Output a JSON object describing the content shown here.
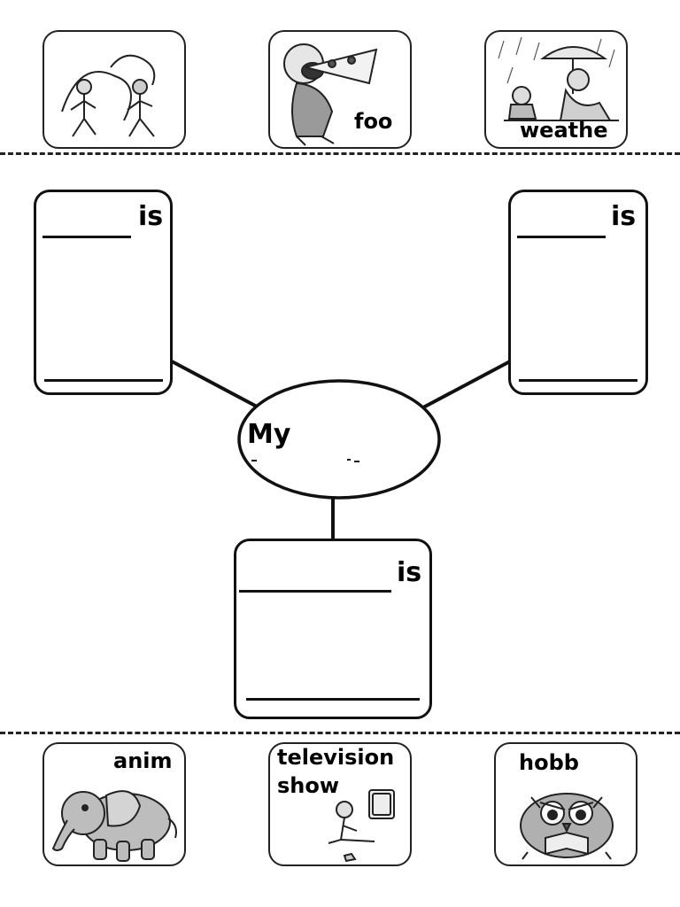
{
  "top_cards": [
    {
      "id": "jump-rope",
      "label": ""
    },
    {
      "id": "food",
      "label": "foo"
    },
    {
      "id": "weather",
      "label": "weathe"
    }
  ],
  "boxes": {
    "left_label": "is",
    "right_label": "is",
    "bottom_label": "is"
  },
  "center": {
    "label": "My"
  },
  "bottom_cards": [
    {
      "id": "animal",
      "label": "anim"
    },
    {
      "id": "television",
      "label_line1": "television",
      "label_line2": "show"
    },
    {
      "id": "hobby",
      "label": "hobb"
    }
  ]
}
